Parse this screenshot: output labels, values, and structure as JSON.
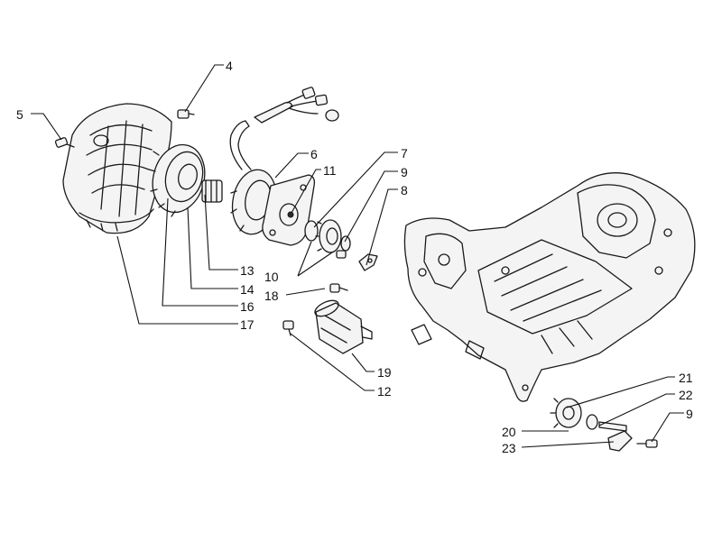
{
  "callouts": {
    "c4": "4",
    "c5": "5",
    "c6": "6",
    "c11": "11",
    "c7": "7",
    "c9a": "9",
    "c8": "8",
    "c13": "13",
    "c14": "14",
    "c16": "16",
    "c17": "17",
    "c10": "10",
    "c18": "18",
    "c19": "19",
    "c12": "12",
    "c21": "21",
    "c22": "22",
    "c9b": "9",
    "c20": "20",
    "c23": "23"
  },
  "colors": {
    "line": "#1a1a1a",
    "background": "#ffffff"
  }
}
